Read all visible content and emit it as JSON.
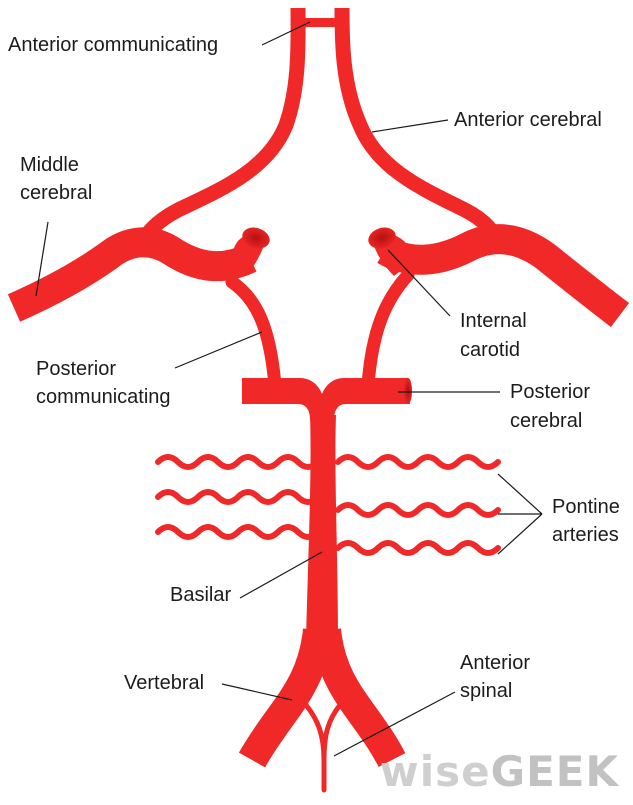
{
  "diagram": {
    "labels": {
      "anterior_communicating": "Anterior communicating",
      "anterior_cerebral": "Anterior cerebral",
      "middle_cerebral_1": "Middle",
      "middle_cerebral_2": "cerebral",
      "internal_carotid_1": "Internal",
      "internal_carotid_2": "carotid",
      "posterior_communicating_1": "Posterior",
      "posterior_communicating_2": "communicating",
      "posterior_cerebral_1": "Posterior",
      "posterior_cerebral_2": "cerebral",
      "pontine_arteries_1": "Pontine",
      "pontine_arteries_2": "arteries",
      "basilar": "Basilar",
      "vertebral": "Vertebral",
      "anterior_spinal_1": "Anterior",
      "anterior_spinal_2": "spinal"
    },
    "watermark": {
      "part1": "wise",
      "part2": "GEEK"
    },
    "colors": {
      "artery": "#f02828",
      "artery_dark": "#c81818",
      "line": "#1a1a1a"
    }
  }
}
